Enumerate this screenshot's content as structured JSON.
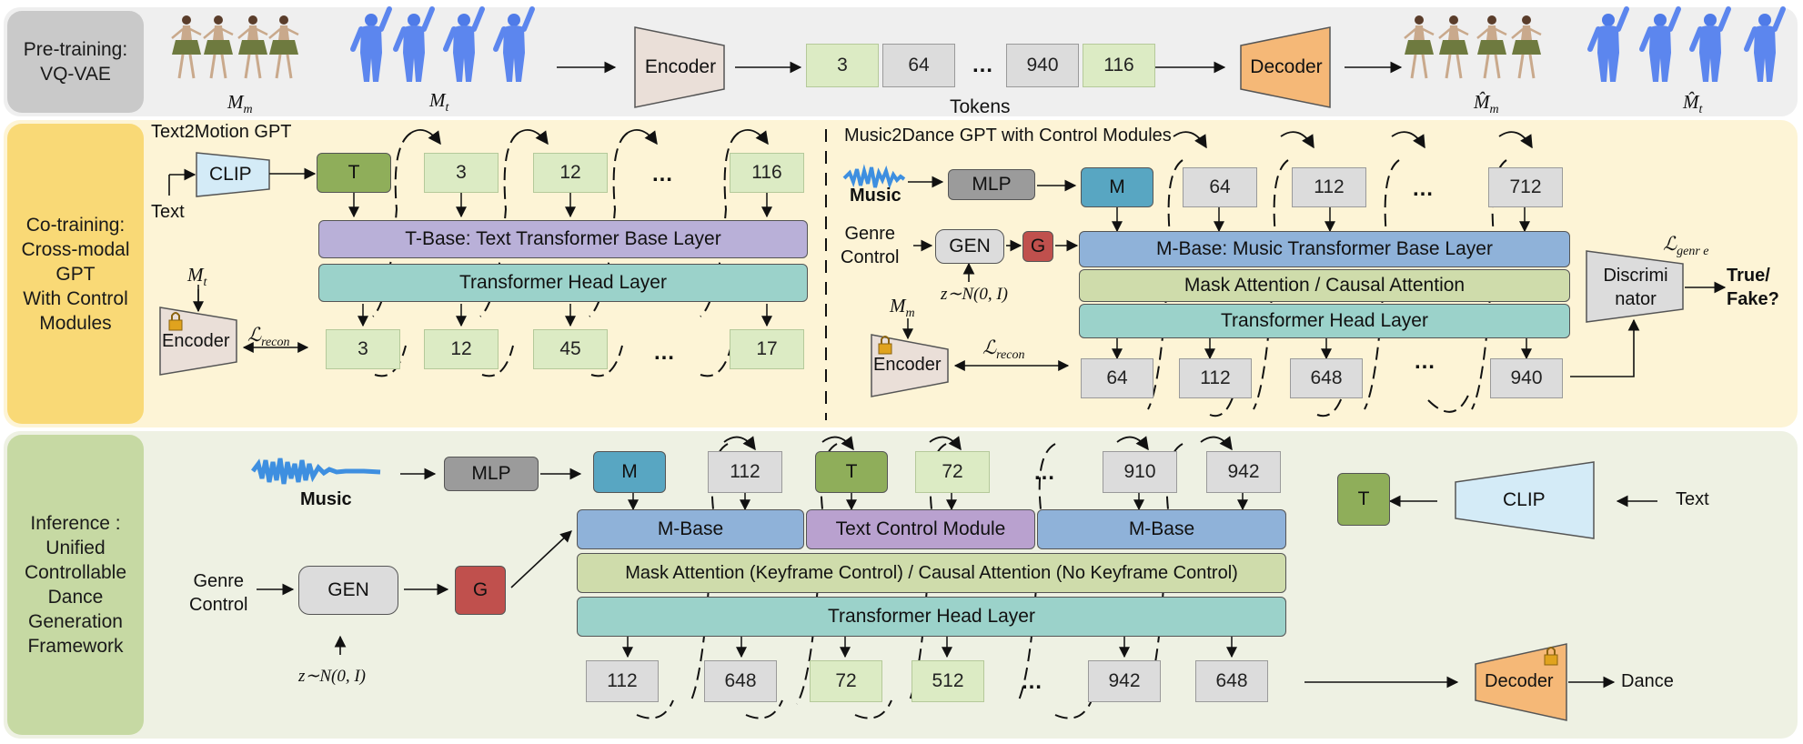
{
  "sections": {
    "pretrain": {
      "label": "Pre-training:\nVQ-VAE"
    },
    "cotrain": {
      "label": "Co-training:\nCross-modal\nGPT\nWith Control\nModules"
    },
    "inference": {
      "label": "Inference :\nUnified\nControllable\nDance\nGeneration\nFramework"
    }
  },
  "pretrain": {
    "encoder": "Encoder",
    "decoder": "Decoder",
    "tokens": [
      "3",
      "64",
      "…",
      "940",
      "116"
    ],
    "tokens_label": "Tokens",
    "mm": "M",
    "mm_sub": "m",
    "mt": "M",
    "mt_sub": "t",
    "mm_hat": "M̂",
    "mm_hat_sub": "m",
    "mt_hat": "M̂",
    "mt_hat_sub": "t"
  },
  "text2motion": {
    "title": "Text2Motion GPT",
    "clip": "CLIP",
    "text": "Text",
    "t": "T",
    "in_tokens": [
      "3",
      "12",
      "…",
      "116"
    ],
    "base": "T-Base: Text Transformer Base Layer",
    "head": "Transformer Head Layer",
    "out_tokens": [
      "3",
      "12",
      "45",
      "…",
      "17"
    ],
    "mt": "M",
    "mt_sub": "t",
    "encoder": "Encoder",
    "lrecon": "ℒ",
    "lrecon_sub": "recon"
  },
  "music2dance": {
    "title": "Music2Dance GPT with Control Modules",
    "music": "Music",
    "mlp": "MLP",
    "m": "M",
    "in_tokens": [
      "64",
      "112",
      "…",
      "712"
    ],
    "genre": "Genre\nControl",
    "gen": "GEN",
    "g": "G",
    "z": "z∼N(0, I)",
    "base": "M-Base: Music Transformer Base Layer",
    "mask": "Mask Attention / Causal Attention",
    "head": "Transformer Head Layer",
    "out_tokens": [
      "64",
      "112",
      "648",
      "…",
      "940"
    ],
    "mm": "M",
    "mm_sub": "m",
    "encoder": "Encoder",
    "lrecon": "ℒ",
    "lrecon_sub": "recon",
    "disc": "Discrimi\nnator",
    "lgenre": "ℒ",
    "lgenre_sub": "genr e",
    "truefake": "True/\nFake?"
  },
  "inference": {
    "music": "Music",
    "mlp": "MLP",
    "m": "M",
    "t": "T",
    "in_tokens": [
      "112",
      "72",
      "…",
      "910",
      "942"
    ],
    "mbase": "M-Base",
    "tcm": "Text Control Module",
    "mask": "Mask Attention (Keyframe Control) / Causal Attention (No Keyframe Control)",
    "head": "Transformer Head Layer",
    "out_tokens": [
      "112",
      "648",
      "72",
      "512",
      "…",
      "942",
      "648"
    ],
    "genre": "Genre\nControl",
    "gen": "GEN",
    "g": "G",
    "z": "z∼N(0, I)",
    "decoder": "Decoder",
    "dance": "Dance",
    "clip": "CLIP",
    "text": "Text"
  },
  "colors": {
    "band_pretrain": "#efefef",
    "band_cotrain": "#fdf4d6",
    "band_inference": "#eef1e3",
    "label_pretrain": "#c9c9c9",
    "label_cotrain": "#f9d976",
    "label_inference": "#c6d9a3",
    "token_gray": "#dcdcdc",
    "token_green": "#dcebc4",
    "t_box": "#8fae5a",
    "m_box": "#58a6c2",
    "g_box": "#c0504d",
    "mlp": "#9b9b9b",
    "t_base": "#b9b0d8",
    "m_base": "#8fb2d9",
    "mask": "#cfdcab",
    "head": "#9bd2ca",
    "encoder": "#eadfd8",
    "decoder": "#f5b877",
    "clip": "#d4ebf7"
  }
}
